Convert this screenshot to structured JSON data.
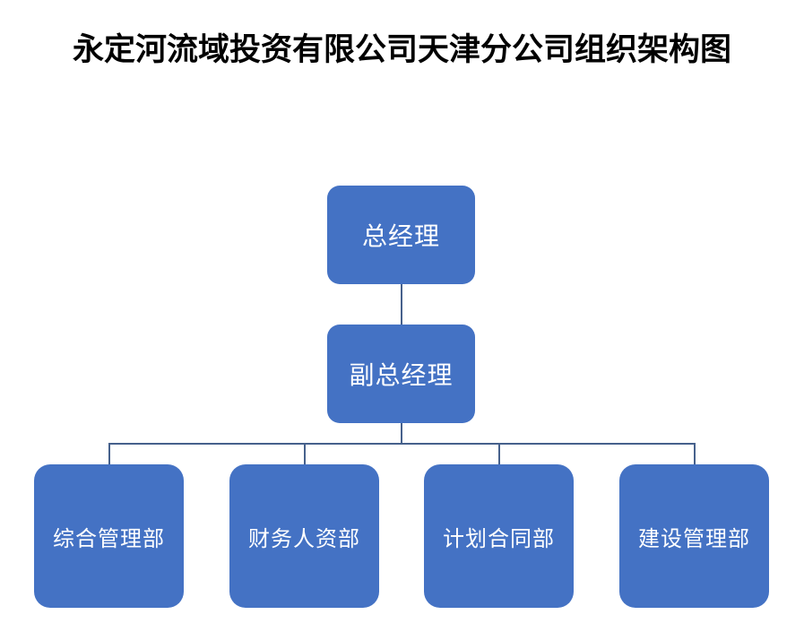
{
  "title": "永定河流域投资有限公司天津分公司组织架构图",
  "chart": {
    "type": "org-chart",
    "root": {
      "label": "总经理"
    },
    "deputy": {
      "label": "副总经理"
    },
    "departments": [
      {
        "label": "综合管理部"
      },
      {
        "label": "财务人资部"
      },
      {
        "label": "计划合同部"
      },
      {
        "label": "建设管理部"
      }
    ],
    "hierarchy": "总经理 > 副总经理 > [综合管理部, 财务人资部, 计划合同部, 建设管理部]"
  },
  "colors": {
    "box_fill": "#4472C4",
    "box_text": "#FFFFFF",
    "connector": "#46618C",
    "title_color": "#000000",
    "background": "#FFFFFF"
  }
}
